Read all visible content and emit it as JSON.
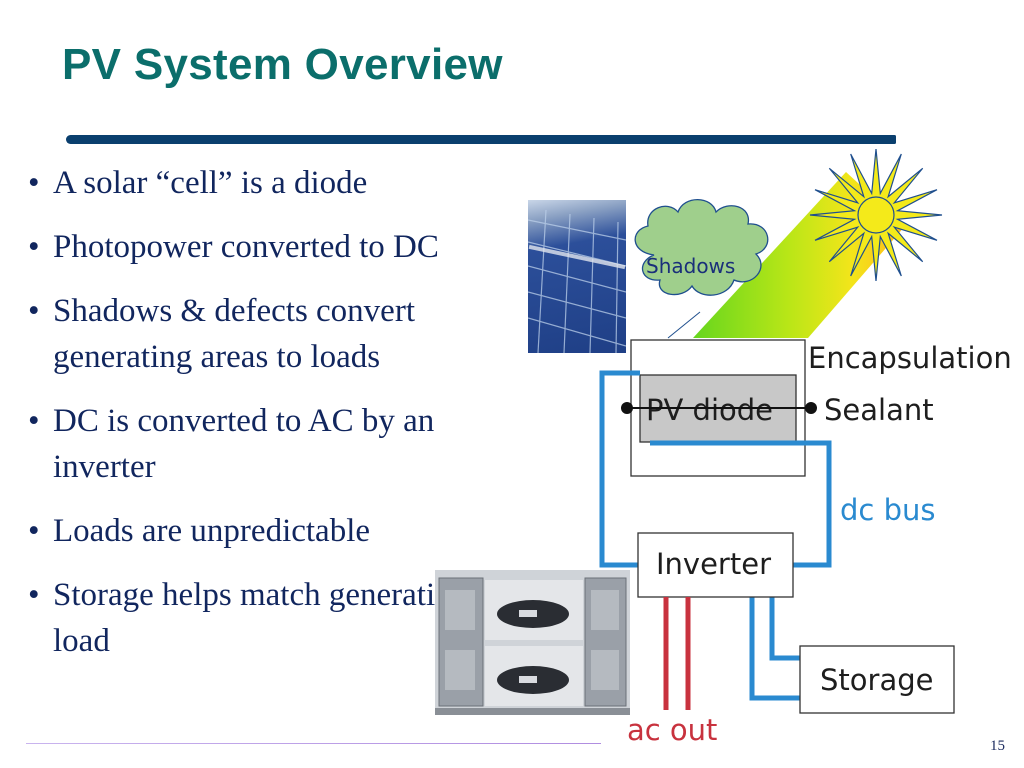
{
  "slide": {
    "title": "PV System Overview",
    "page_number": "15",
    "bullets": [
      "A solar “cell” is a diode",
      "Photopower converted to DC",
      "Shadows & defects convert generating areas to loads",
      "DC is converted to AC by an inverter",
      "Loads are unpredictable",
      "Storage helps match generation to load"
    ]
  },
  "diagram": {
    "shadows_label": "Shadows",
    "encapsulation_label": "Encapsulation",
    "pv_diode_label": "PV diode",
    "sealant_label": "Sealant",
    "dc_bus_label": "dc bus",
    "inverter_label": "Inverter",
    "storage_label": "Storage",
    "ac_out_label": "ac out"
  },
  "colors": {
    "title": "#0b6e6b",
    "bullet_text": "#11265e",
    "dc_wire": "#2a8ad0",
    "ac_wire": "#c8323e",
    "cloud": "#9fcf8c",
    "sun": "#f4ea1a"
  }
}
